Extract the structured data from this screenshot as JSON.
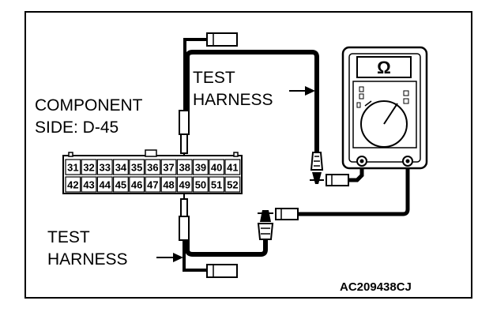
{
  "labels": {
    "component_line1": "COMPONENT",
    "component_line2": "SIDE: D-45",
    "test_harness_top_line1": "TEST",
    "test_harness_top_line2": "HARNESS",
    "test_harness_bottom_line1": "TEST",
    "test_harness_bottom_line2": "HARNESS",
    "figure_code": "AC209438CJ"
  },
  "meter": {
    "display_symbol": "Ω"
  },
  "connector": {
    "top_row": [
      "31",
      "32",
      "33",
      "34",
      "35",
      "36",
      "37",
      "38",
      "39",
      "40",
      "41"
    ],
    "bottom_row": [
      "42",
      "43",
      "44",
      "45",
      "46",
      "47",
      "48",
      "49",
      "50",
      "51",
      "52"
    ],
    "highlighted_pins": [
      "38",
      "49"
    ]
  }
}
